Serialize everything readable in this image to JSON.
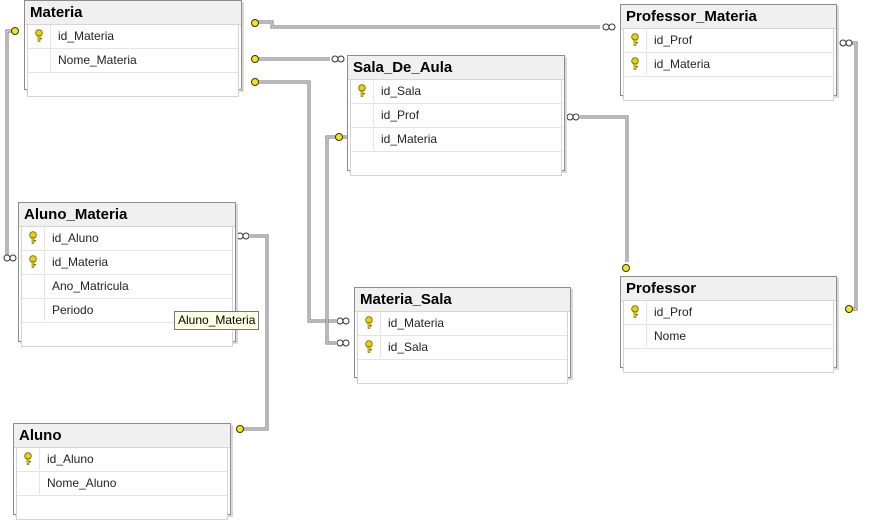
{
  "tables": {
    "materia": {
      "name": "Materia",
      "columns": [
        {
          "name": "id_Materia",
          "key": true
        },
        {
          "name": "Nome_Materia",
          "key": false
        }
      ]
    },
    "professor_materia": {
      "name": "Professor_Materia",
      "columns": [
        {
          "name": "id_Prof",
          "key": true
        },
        {
          "name": "id_Materia",
          "key": true
        }
      ]
    },
    "sala_de_aula": {
      "name": "Sala_De_Aula",
      "columns": [
        {
          "name": "id_Sala",
          "key": true
        },
        {
          "name": "id_Prof",
          "key": false
        },
        {
          "name": "id_Materia",
          "key": false
        }
      ]
    },
    "aluno_materia": {
      "name": "Aluno_Materia",
      "columns": [
        {
          "name": "id_Aluno",
          "key": true
        },
        {
          "name": "id_Materia",
          "key": true
        },
        {
          "name": "Ano_Matricula",
          "key": false
        },
        {
          "name": "Periodo",
          "key": false
        }
      ]
    },
    "materia_sala": {
      "name": "Materia_Sala",
      "columns": [
        {
          "name": "id_Materia",
          "key": true
        },
        {
          "name": "id_Sala",
          "key": true
        }
      ]
    },
    "professor": {
      "name": "Professor",
      "columns": [
        {
          "name": "id_Prof",
          "key": true
        },
        {
          "name": "Nome",
          "key": false
        }
      ]
    },
    "aluno": {
      "name": "Aluno",
      "columns": [
        {
          "name": "id_Aluno",
          "key": true
        },
        {
          "name": "Nome_Aluno",
          "key": false
        }
      ]
    }
  },
  "tooltip": "Aluno_Materia",
  "colors": {
    "key_icon": "#e8d300",
    "line": "#707070",
    "title_bg": "#f0f0f0"
  }
}
